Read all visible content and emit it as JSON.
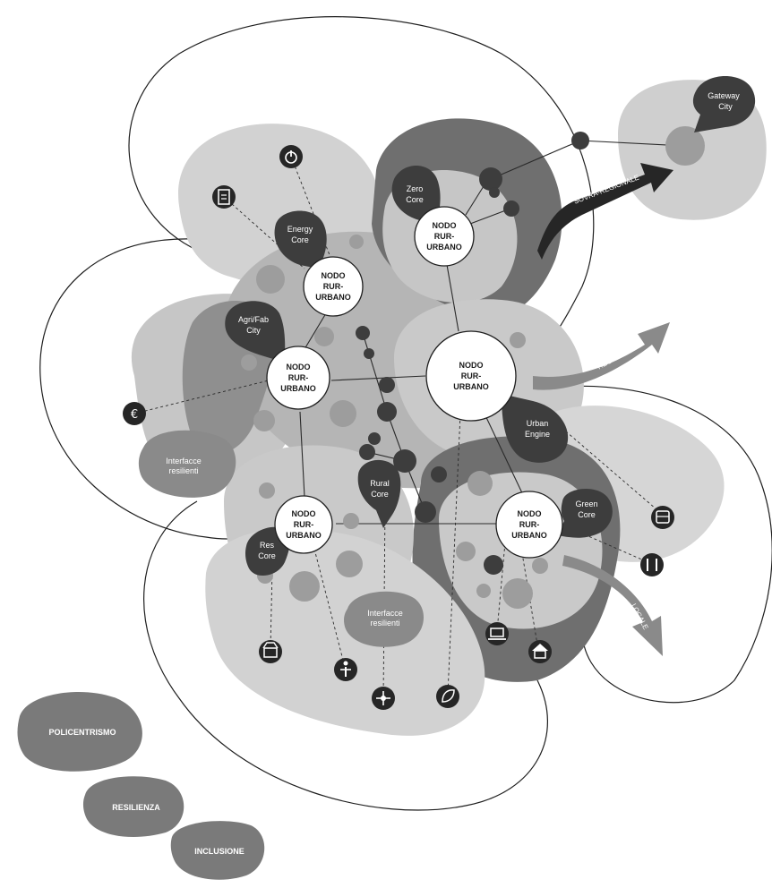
{
  "nodes": {
    "node_1": {
      "line1": "NODO",
      "line2": "RUR-",
      "line3": "URBANO"
    },
    "node_2": {
      "line1": "NODO",
      "line2": "RUR-",
      "line3": "URBANO"
    },
    "node_3": {
      "line1": "NODO",
      "line2": "RUR-",
      "line3": "URBANO"
    },
    "node_4": {
      "line1": "NODO",
      "line2": "RUR-",
      "line3": "URBANO"
    },
    "node_5": {
      "line1": "NODO",
      "line2": "RUR-",
      "line3": "URBANO"
    },
    "node_6": {
      "line1": "NODO",
      "line2": "RUR-",
      "line3": "URBANO"
    }
  },
  "cores": {
    "gateway": {
      "line1": "Gateway",
      "line2": "City"
    },
    "zero": {
      "line1": "Zero",
      "line2": "Core"
    },
    "energy": {
      "line1": "Energy",
      "line2": "Core"
    },
    "agrifab": {
      "line1": "Agri/Fab",
      "line2": "City"
    },
    "urban_engine": {
      "line1": "Urban",
      "line2": "Engine"
    },
    "rural": {
      "line1": "Rural",
      "line2": "Core"
    },
    "green": {
      "line1": "Green",
      "line2": "Core"
    },
    "res": {
      "line1": "Res",
      "line2": "Core"
    }
  },
  "interfaces": {
    "left": {
      "line1": "Interfacce",
      "line2": "resilienti"
    },
    "bottom": {
      "line1": "Interfacce",
      "line2": "resilienti"
    }
  },
  "arrows": {
    "sovra": "SOVRA-REGIONALE",
    "regione": "REGIONE",
    "locale": "LOCALE"
  },
  "principles": {
    "policentrismo": "POLICENTRISMO",
    "resilienza": "RESILIENZA",
    "inclusione": "INCLUSIONE"
  },
  "icons": [
    "power-icon",
    "document-icon",
    "euro-icon",
    "bus-icon",
    "tools-icon",
    "laptop-icon",
    "school-icon",
    "leaf-icon",
    "move-icon",
    "accessibility-icon",
    "shop-icon"
  ],
  "colors": {
    "light_gray": "#d2d2d2",
    "mid_gray": "#b5b5b5",
    "medium_gray": "#9d9d9d",
    "dark_gray": "#6f6f6f",
    "core_dark": "#3d3d3d",
    "icon_black": "#262626",
    "outline": "#1f1f1f"
  }
}
